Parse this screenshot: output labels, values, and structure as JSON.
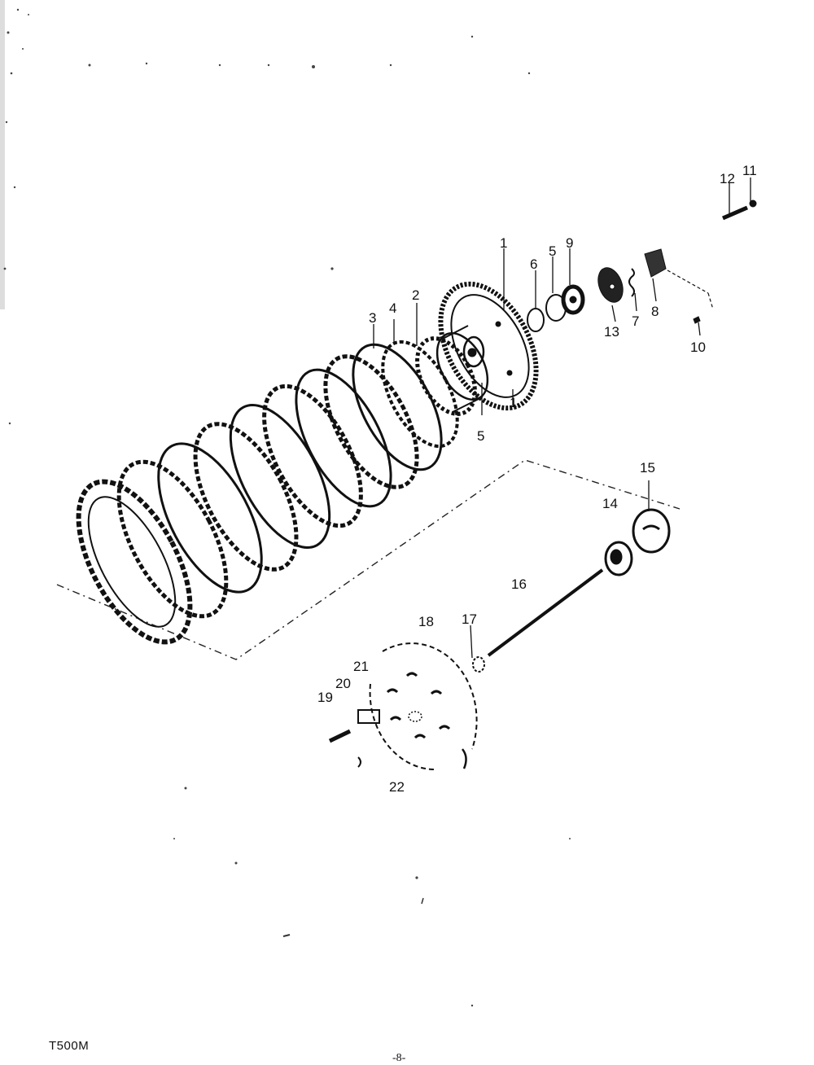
{
  "diagram": {
    "callouts": {
      "c1a": "1",
      "c1b": "1",
      "c2": "2",
      "c3": "3",
      "c4": "4",
      "c5a": "5",
      "c5b": "5",
      "c6": "6",
      "c7": "7",
      "c8": "8",
      "c9": "9",
      "c10": "10",
      "c11": "11",
      "c12": "12",
      "c13": "13",
      "c14": "14",
      "c15": "15",
      "c16": "16",
      "c17": "17",
      "c18": "18",
      "c19": "19",
      "c20": "20",
      "c21": "21",
      "c22": "22"
    }
  },
  "footer": {
    "model_code": "T500M",
    "page_number": "-8-"
  },
  "colors": {
    "ink": "#111111",
    "paper": "#ffffff"
  }
}
